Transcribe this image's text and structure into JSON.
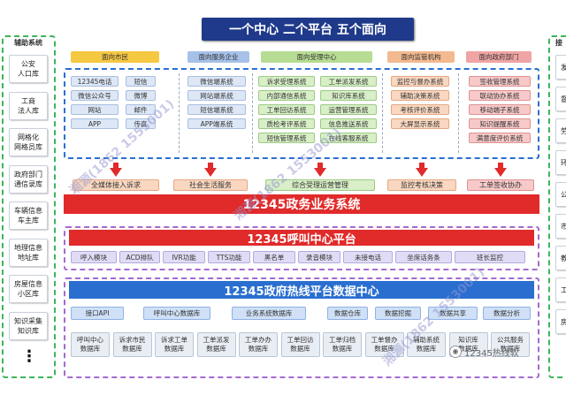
{
  "header": {
    "title": "一个中心  二个平台  五个面向"
  },
  "sidebar": {
    "title": "辅助系统",
    "items": [
      "公安\n人口库",
      "工商\n法人库",
      "网格化\n网格员库",
      "政府部门\n通信录库",
      "车辆信息\n车主库",
      "地理信息\n地址库",
      "房屋信息\n小区库",
      "知识采集\n知识库"
    ],
    "more": "⋮"
  },
  "right_sidebar": {
    "title": "接",
    "items": [
      "发",
      "督",
      "劳",
      "环",
      "公",
      "市",
      "教",
      "工",
      "房"
    ]
  },
  "facing_tabs": [
    "面向市民",
    "面向服务企业",
    "面向受理中心",
    "面向监管机构",
    "面向政府部门"
  ],
  "citizen_channels": [
    [
      "12345电话",
      "短信"
    ],
    [
      "微信公众号",
      "微博"
    ],
    [
      "网站",
      "邮件"
    ],
    [
      "APP",
      "传真"
    ]
  ],
  "enterprise_systems": [
    "微信端系统",
    "网站端系统",
    "短信端系统",
    "APP端系统"
  ],
  "center_systems": [
    [
      "诉求受理系统",
      "工单派发系统"
    ],
    [
      "内部通信系统",
      "知识库系统"
    ],
    [
      "工单回访系统",
      "运营管理系统"
    ],
    [
      "质检考评系统",
      "信息推送系统"
    ],
    [
      "短信管理系统",
      "在线客服系统"
    ]
  ],
  "supervision_systems": [
    "监控与督办系统",
    "辅助决策系统",
    "考核评价系统",
    "大屏显示系统"
  ],
  "government_systems": [
    "签收管理系统",
    "联动协办系统",
    "移动端子系统",
    "知识提醒系统",
    "满意度评价系统"
  ],
  "flow_labels": [
    "全媒体接入诉求",
    "社会生活服务",
    "综合受理运营管理",
    "监控考核决策",
    "工单签收协办"
  ],
  "business_band": {
    "title": "12345政务业务系统"
  },
  "callcenter_band": {
    "title": "12345呼叫中心平台",
    "items": [
      "呼入模块",
      "ACD排队",
      "IVR功能",
      "TTS功能",
      "黑名单",
      "录音模块",
      "未接电话",
      "坐席话务条",
      "班长监控"
    ]
  },
  "datacenter_band": {
    "title": "12345政府热线平台数据中心",
    "row1": [
      "接口API",
      "呼叫中心数据库",
      "业务系统数据库",
      "数据仓库",
      "数据挖掘",
      "数据共享",
      "数据分析"
    ],
    "row2": [
      "呼叫中心\n数据库",
      "诉求市民\n数据库",
      "诉求工单\n数据库",
      "工单派发\n数据库",
      "工单办办\n数据库",
      "工单回访\n数据库",
      "工单归档\n数据库",
      "工单督办\n数据库",
      "辅助系统\n数据库",
      "知识库\n数据库",
      "公共服务\n数据库"
    ]
  },
  "watermarks": [
    "湘源(1862 1553001)",
    "湘源(1862 1553001)",
    "湘源(1862 1553001)"
  ],
  "badge": {
    "label": "12345热线软"
  },
  "colors": {
    "title_bg": "#1f3a8a",
    "band_red": "#e12a2a",
    "band_blue": "#2a6fd0",
    "dash_green": "#3cb55a",
    "tab_yellow": "#f5c842",
    "tab_blue": "#a7c1e8",
    "tab_green": "#b7dc93",
    "tab_peach": "#f3b98f",
    "tab_pink": "#f0a4a4"
  }
}
